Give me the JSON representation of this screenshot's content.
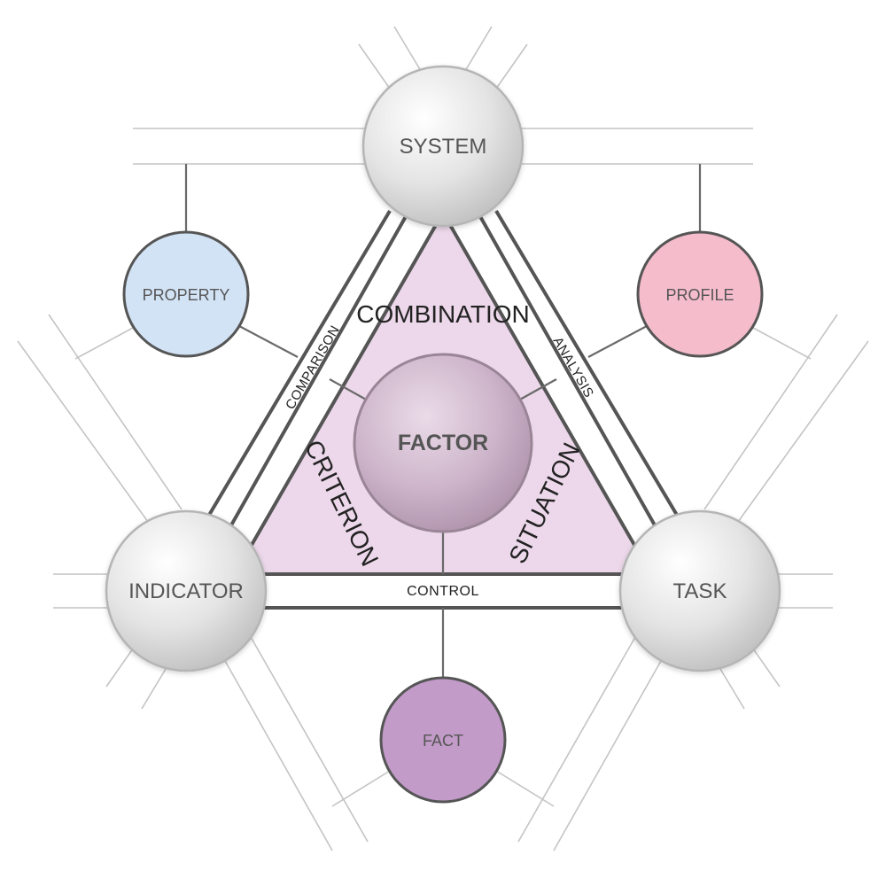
{
  "nodes": {
    "system": "SYSTEM",
    "indicator": "INDICATOR",
    "task": "TASK",
    "factor": "FACTOR",
    "property": "PROPERTY",
    "profile": "PROFILE",
    "fact": "FACT"
  },
  "regions": {
    "combination": "COMBINATION",
    "criterion": "CRITERION",
    "situation": "SITUATION"
  },
  "edges": {
    "comparison": "COMPARISON",
    "analysis": "ANALYSIS",
    "control": "CONTROL"
  },
  "colors": {
    "triangle_fill": "#ecd8ea",
    "property_fill": "#d3e3f6",
    "profile_fill": "#f5bccb",
    "fact_fill": "#c29bc9",
    "outline": "#555555",
    "lines": "#b5b5b5"
  }
}
